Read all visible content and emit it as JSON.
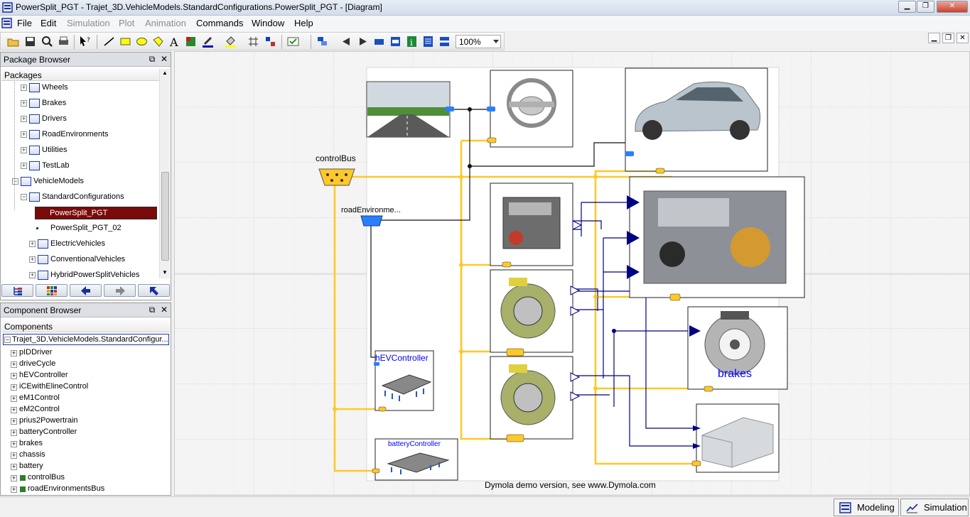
{
  "window": {
    "title": "PowerSplit_PGT - Trajet_3D.VehicleModels.StandardConfigurations.PowerSplit_PGT - [Diagram]"
  },
  "menu": [
    "File",
    "Edit",
    "Simulation",
    "Plot",
    "Animation",
    "Commands",
    "Window",
    "Help"
  ],
  "menu_disabled": [
    "Simulation",
    "Plot",
    "Animation"
  ],
  "toolbar": {
    "zoom": "100%"
  },
  "package_browser": {
    "title": "Package Browser",
    "tab": "Packages",
    "items": [
      {
        "label": "Wheels",
        "depth": 2,
        "expander": "+"
      },
      {
        "label": "Brakes",
        "depth": 2,
        "expander": "+"
      },
      {
        "label": "Drivers",
        "depth": 2,
        "expander": "+"
      },
      {
        "label": "RoadEnvironments",
        "depth": 2,
        "expander": "+"
      },
      {
        "label": "Utilities",
        "depth": 2,
        "expander": "+"
      },
      {
        "label": "TestLab",
        "depth": 2,
        "expander": "+"
      },
      {
        "label": "VehicleModels",
        "depth": 1,
        "expander": "-"
      },
      {
        "label": "StandardConfigurations",
        "depth": 2,
        "expander": "-"
      },
      {
        "label": "PowerSplit_PGT",
        "depth": 3,
        "expander": "",
        "selected": true
      },
      {
        "label": "PowerSplit_PGT_02",
        "depth": 3,
        "expander": ""
      },
      {
        "label": "ElectricVehicles",
        "depth": 3,
        "expander": "+"
      },
      {
        "label": "ConventionalVehicles",
        "depth": 3,
        "expander": "+"
      },
      {
        "label": "HybridPowerSplitVehicles",
        "depth": 3,
        "expander": "+"
      }
    ]
  },
  "component_browser": {
    "title": "Component Browser",
    "tab": "Components",
    "root": "Trajet_3D.VehicleModels.StandardConfigur...",
    "items": [
      {
        "label": "pIDDriver"
      },
      {
        "label": "driveCycle"
      },
      {
        "label": "hEVController"
      },
      {
        "label": "iCEwithElineControl"
      },
      {
        "label": "eM1Control"
      },
      {
        "label": "eM2Control"
      },
      {
        "label": "prius2Powertrain"
      },
      {
        "label": "batteryController"
      },
      {
        "label": "brakes"
      },
      {
        "label": "chassis"
      },
      {
        "label": "battery"
      },
      {
        "label": "controlBus",
        "bus": true
      },
      {
        "label": "roadEnvironmentsBus",
        "bus": true
      }
    ]
  },
  "diagram": {
    "labels": {
      "control_bus": "controlBus",
      "road_env": "roadEnvironme...",
      "hev_controller": "hEVController",
      "battery_controller": "batteryController",
      "brakes": "brakes",
      "demo_note": "Dymola demo version, see www.Dymola.com"
    }
  },
  "status": {
    "modeling": "Modeling",
    "simulation": "Simulation"
  },
  "colors": {
    "bus": "#ffc828",
    "signal": "#000080",
    "road_bus": "#2a7fff",
    "selection": "#7a0a0a",
    "label_blue": "#0000ff"
  }
}
